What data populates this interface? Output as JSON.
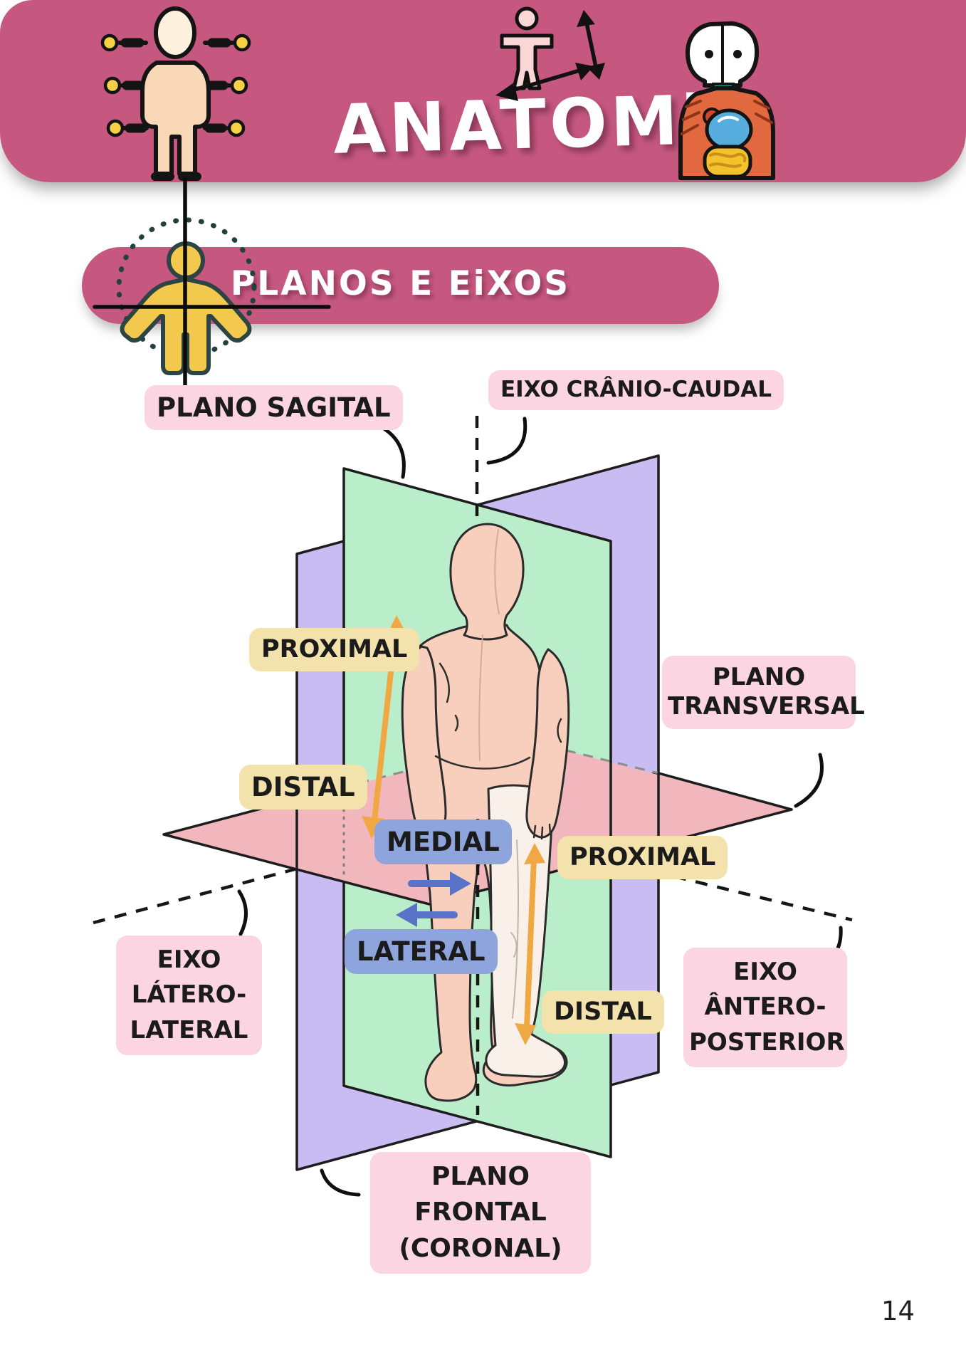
{
  "page": {
    "number": "14"
  },
  "header": {
    "title": "ANATOMiA",
    "icons": {
      "left": "digital-body-icon",
      "middle": "body-measurement-icon",
      "right": "anatomy-organs-icon"
    }
  },
  "section": {
    "title": "PLANOS E EiXOS",
    "icon": "body-axes-crosshair-icon"
  },
  "diagram": {
    "labels": {
      "plano_sagital": "PLANO SAGITAL",
      "eixo_cranio_caudal": "EIXO CRÂNIO-CAUDAL",
      "proximal_left": "PROXIMAL",
      "distal_left": "DISTAL",
      "medial": "MEDIAL",
      "lateral": "LATERAL",
      "proximal_right": "PROXIMAL",
      "distal_right": "DISTAL",
      "plano_transversal": {
        "line1": "PLANO",
        "line2": "TRANSVERSAL"
      },
      "eixo_latero_lateral": {
        "line1": "EIXO",
        "line2": "LÁTERO-",
        "line3": "LATERAL"
      },
      "eixo_antero_posterior": {
        "line1": "EIXO",
        "line2": "ÂNTERO-",
        "line3": "POSTERIOR"
      },
      "plano_frontal": {
        "line1": "PLANO FRONTAL",
        "line2": "(CORONAL)"
      }
    }
  },
  "colors": {
    "accent": "#c6587f",
    "label_pink": "#fbd5e2",
    "label_yellow": "#f4e2ac",
    "label_blue": "#8da5dc",
    "plane_green": "#baedca",
    "plane_purple": "#c9bcf2",
    "plane_pink": "#f2b7bd",
    "skin": "#f8cfbd",
    "skin_pale": "#f9f0e9",
    "arrow_orange": "#f0a844",
    "arrow_blue": "#5873c8",
    "icon_yellow": "#f2c94c"
  }
}
